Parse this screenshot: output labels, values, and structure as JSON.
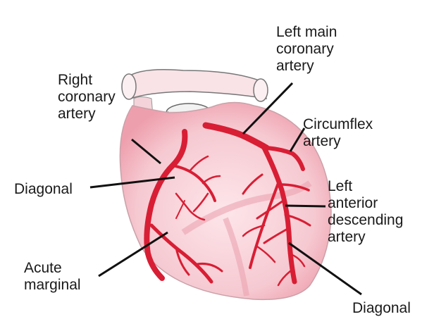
{
  "diagram": {
    "labels": {
      "right_coronary": "Right\ncoronary\nartery",
      "left_main": "Left main\ncoronary\nartery",
      "circumflex": "Circumflex\nartery",
      "lad": "Left\nanterior\ndescending\nartery",
      "diagonal_left": "Diagonal",
      "acute_marginal": "Acute\nmarginal",
      "diagonal_bottom": "Diagonal"
    },
    "colors": {
      "heart_fill": "#f6c9d1",
      "heart_edge": "#c9a1a8",
      "artery": "#d81e34",
      "leader_line": "#111111"
    }
  }
}
